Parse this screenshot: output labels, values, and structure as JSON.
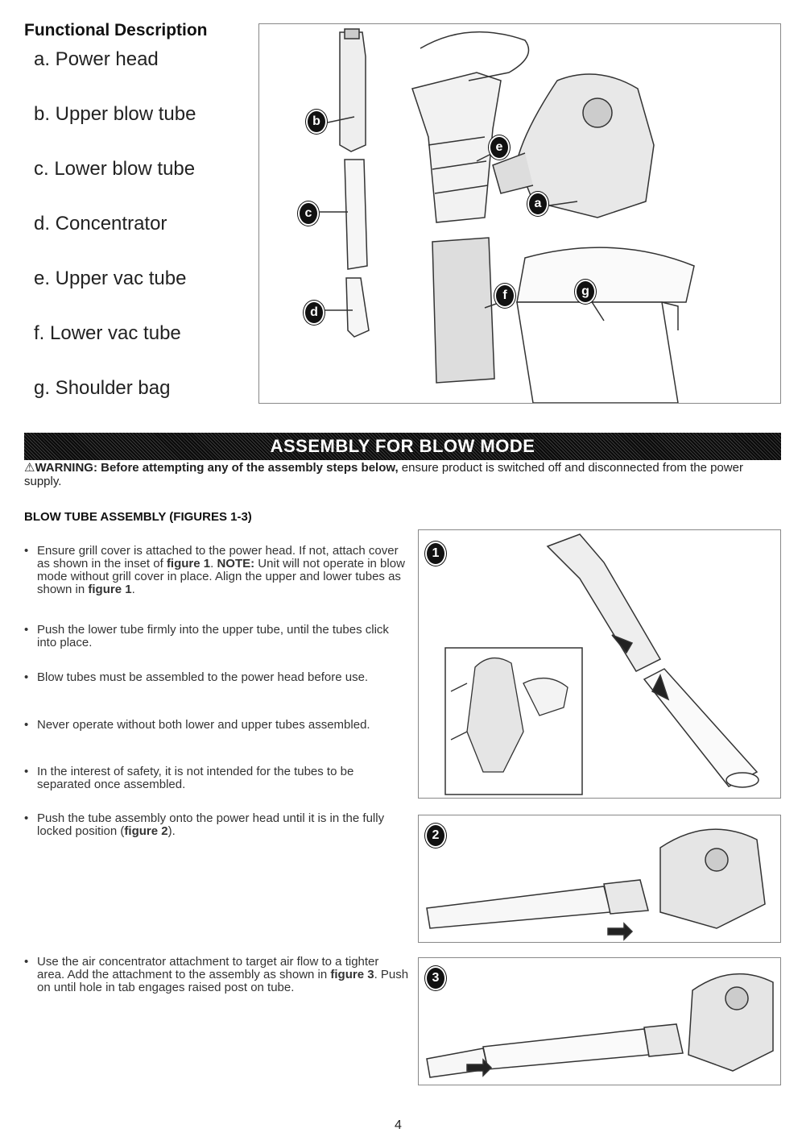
{
  "functional": {
    "title": "Functional Description",
    "parts": [
      "a. Power head",
      "b. Upper blow tube",
      "c. Lower blow tube",
      "d. Concentrator",
      "e.  Upper vac tube",
      "f. Lower vac tube",
      "g. Shoulder bag"
    ],
    "callouts": [
      "a",
      "b",
      "c",
      "d",
      "e",
      "f",
      "g"
    ]
  },
  "banner": {
    "title": "ASSEMBLY FOR BLOW MODE"
  },
  "warning": {
    "symbol": "⚠",
    "bold": "WARNING: Before attempting any of the assembly steps below,",
    "rest": " ensure product is switched off and disconnected from the power supply."
  },
  "section": {
    "title": "BLOW TUBE ASSEMBLY (FIGURES 1-3)"
  },
  "bullets": {
    "b1": {
      "pre": "Ensure grill cover is attached to the power head. If not, attach cover as shown in the inset of ",
      "fig1": "figure 1",
      "mid": ". ",
      "note": "NOTE:",
      "post": " Unit will not operate in blow mode without grill cover in place. Align the upper and lower tubes as shown in ",
      "fig1b": "figure 1",
      "end": "."
    },
    "b2": "Push the lower tube firmly into the upper tube, until the tubes click into place.",
    "b3": "Blow tubes must be assembled to the power head before use.",
    "b4": "Never operate without both lower and upper tubes assembled.",
    "b5": "In the interest of safety, it is not intended for the tubes to be separated once assembled.",
    "b6": {
      "pre": "Push the tube assembly onto the power head until it is in the fully locked position (",
      "fig": "figure 2",
      "end": ")."
    },
    "b7": {
      "pre": "Use the air concentrator attachment to target air flow to a tighter area. Add the attachment to the assembly as shown in ",
      "fig": "figure 3",
      "end": ". Push on until hole in tab engages raised post on tube."
    }
  },
  "figures": {
    "f1": "1",
    "f2": "2",
    "f3": "3"
  },
  "page": {
    "number": "4"
  }
}
